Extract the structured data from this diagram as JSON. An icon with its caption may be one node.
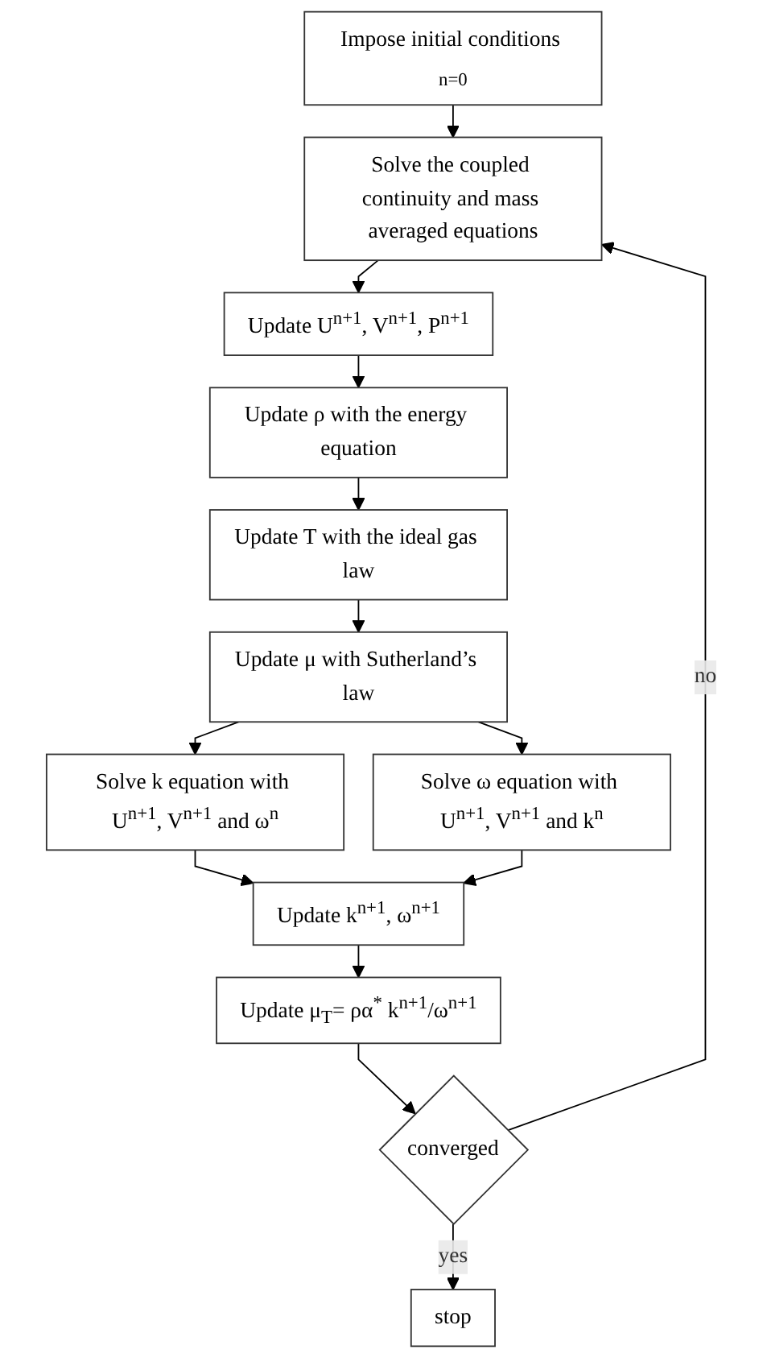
{
  "diagram": {
    "nodes": [
      {
        "text": [
          "Impose initial conditions $_{n=0}$"
        ]
      },
      {
        "text": [
          "Solve the coupled continuity and mass averaged equations"
        ]
      },
      {
        "text": [
          "Update U$^{n+1}$, V$^{n+1}$, P$^{n+1}$"
        ]
      },
      {
        "text": [
          "Update ρ with the energy equation"
        ]
      },
      {
        "text": [
          "Update T with the ideal gas law"
        ]
      },
      {
        "text": [
          "Update μ with Sutherland’s law"
        ]
      },
      {
        "text": [
          "Solve k equation with U$^{n+1}$, V$^{n+1}$ and ω$^{n}$"
        ]
      },
      {
        "text": [
          "Solve ω equation with U$^{n+1}$, V$^{n+1}$ and k$^{n}$"
        ]
      },
      {
        "text": [
          "Update k$^{n+1}$, ω$^{n+1}$"
        ]
      },
      {
        "text": [
          "Update μ$_{T}$= ρα$^{*}$ k$^{n+1}$/ω$^{n+1}$"
        ]
      },
      {
        "text": [
          "converged"
        ]
      },
      {
        "text": [
          "stop"
        ]
      }
    ],
    "edges": [
      {
        "from": 0,
        "to": 1,
        "arrow": "to"
      },
      {
        "from": 1,
        "to": 2,
        "arrow": "to"
      },
      {
        "from": 2,
        "to": 3,
        "arrow": "to"
      },
      {
        "from": 3,
        "to": 4,
        "arrow": "to"
      },
      {
        "from": 4,
        "to": 5,
        "arrow": "to"
      },
      {
        "from": 5,
        "to": 6,
        "arrow": "to"
      },
      {
        "from": 5,
        "to": 7,
        "arrow": "to"
      },
      {
        "from": 6,
        "to": 8,
        "arrow": "to"
      },
      {
        "from": 7,
        "to": 8,
        "arrow": "to"
      },
      {
        "from": 8,
        "to": 9,
        "arrow": "to"
      },
      {
        "from": 9,
        "to": 10,
        "arrow": "to"
      },
      {
        "from": 10,
        "to": 1,
        "label": "no",
        "arrow": "to"
      },
      {
        "from": 10,
        "to": 11,
        "label": "yes",
        "arrow": "to"
      }
    ]
  }
}
